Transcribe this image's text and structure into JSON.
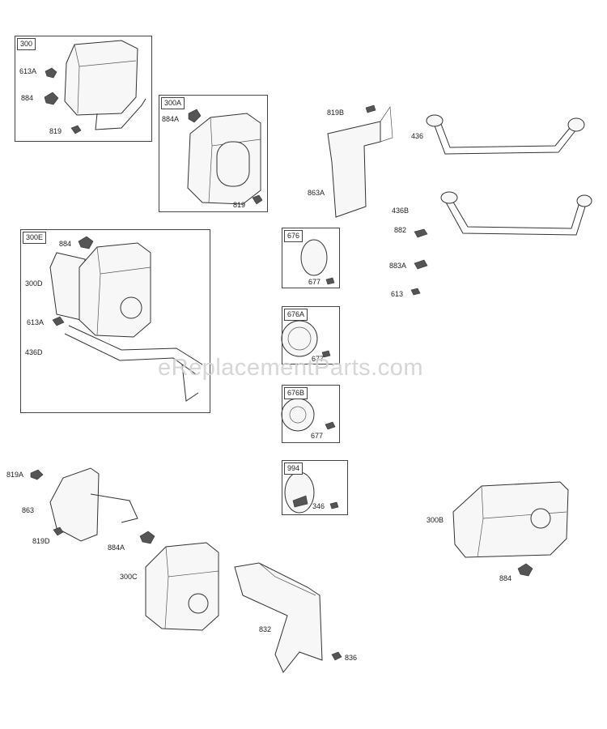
{
  "watermark": "eReplacementParts.com",
  "boxes": {
    "b300": "300",
    "b300a": "300A",
    "b300e": "300E",
    "b676": "676",
    "b676a": "676A",
    "b676b": "676B",
    "b994": "994"
  },
  "labels": {
    "l613a_1": "613A",
    "l884_1": "884",
    "l819_1": "819",
    "l884a_1": "884A",
    "l819_2": "819",
    "l819b": "819B",
    "l863a": "863A",
    "l436": "436",
    "l436b": "436B",
    "l882": "882",
    "l883a": "883A",
    "l613": "613",
    "l884_2": "884",
    "l300d": "300D",
    "l613a_2": "613A",
    "l436d": "436D",
    "l677_1": "677",
    "l677_2": "677",
    "l677_3": "677",
    "l346": "346",
    "l819a": "819A",
    "l863": "863",
    "l819d": "819D",
    "l884a_2": "884A",
    "l300c": "300C",
    "l832": "832",
    "l836": "836",
    "l300b": "300B",
    "l884_3": "884"
  }
}
